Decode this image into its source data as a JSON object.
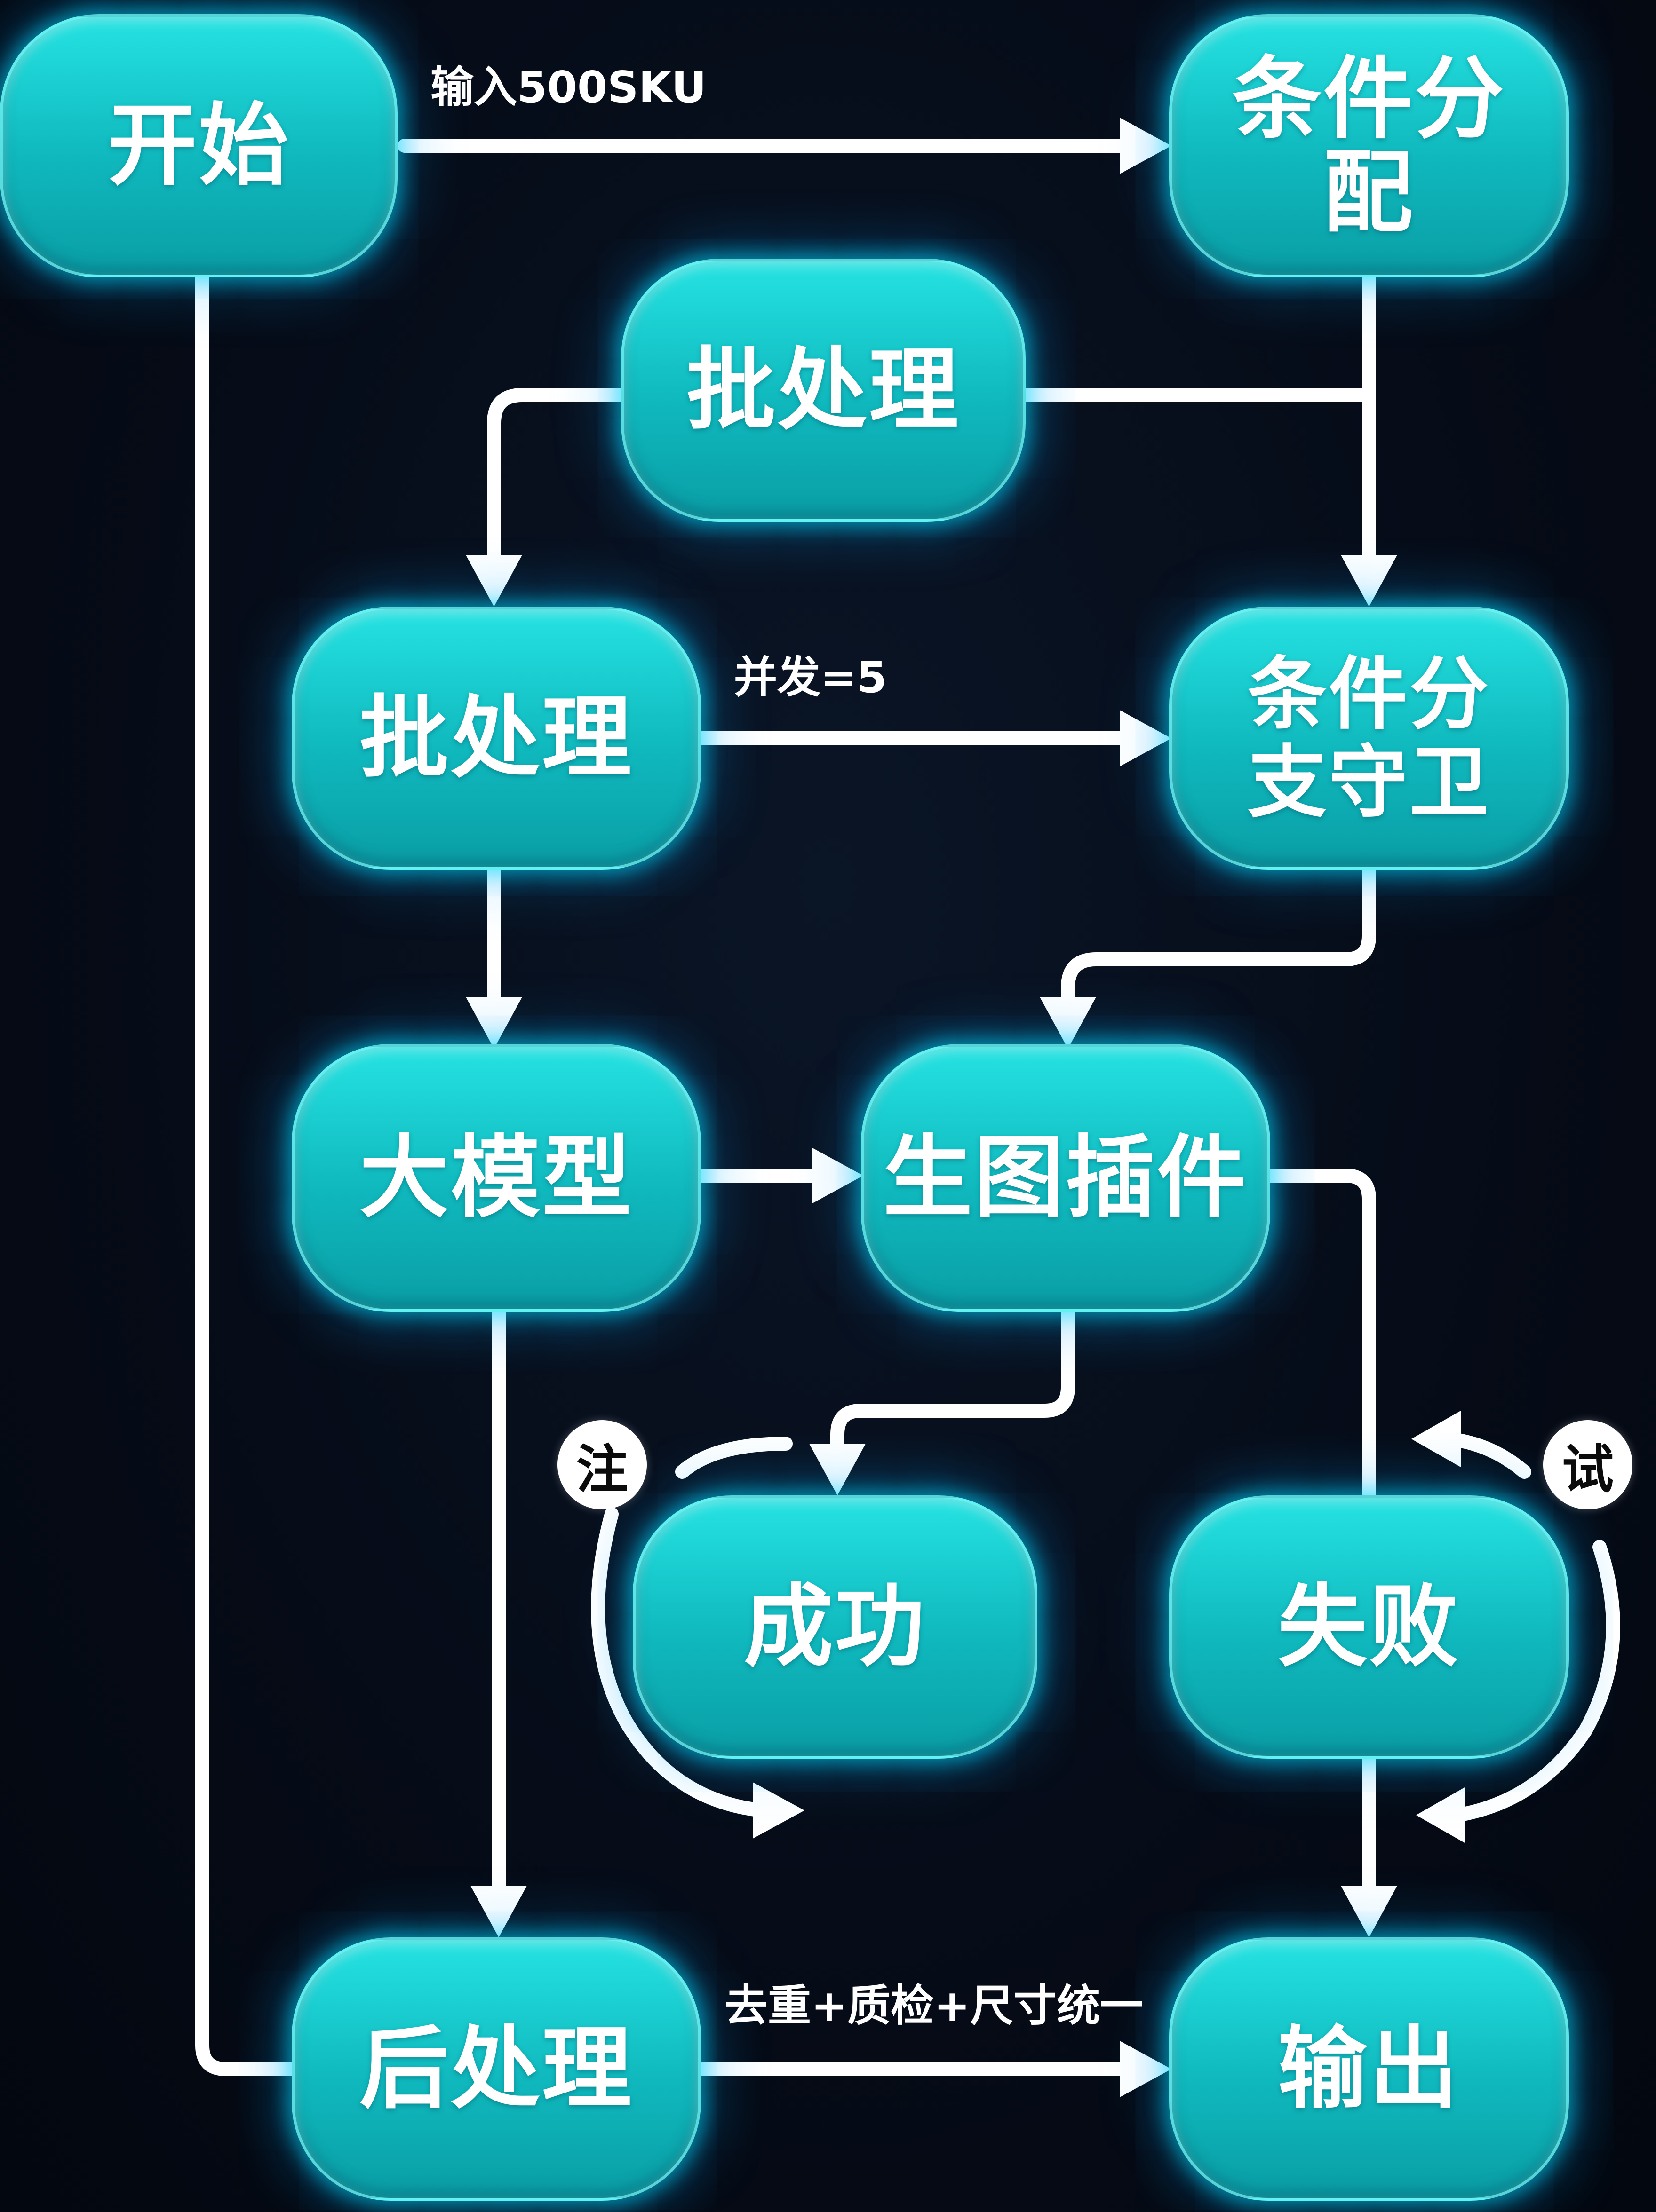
{
  "nodes": {
    "start": "开始",
    "condition_assign": "条件分配",
    "batch_top": "批处理",
    "batch_mid": "批处理",
    "branch_guard": "条件分支守卫",
    "llm": "大模型",
    "image_plugin": "生图插件",
    "success": "成功",
    "failure": "失败",
    "post_process": "后处理",
    "output": "输出"
  },
  "edge_labels": {
    "input": "输入500SKU",
    "concurrency": "并发=5",
    "post": "去重+质检+尺寸统一"
  },
  "badges": {
    "note": "注",
    "retry": "试"
  },
  "colors": {
    "background": "#050b16",
    "node_fill": "#13c3c8",
    "glow": "#00c8ff",
    "connector": "#ffffff"
  }
}
